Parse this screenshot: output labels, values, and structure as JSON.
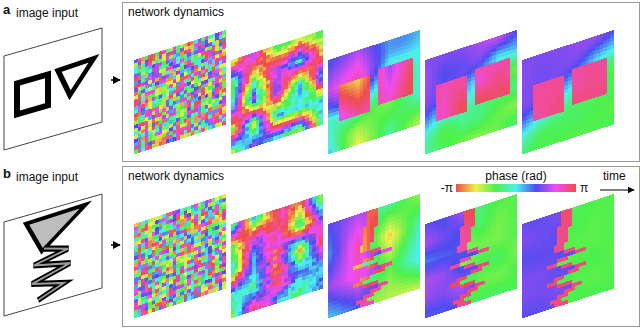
{
  "diagram": {
    "nodes": [
      {
        "text": [
          "image input"
        ]
      },
      {
        "text": [
          "network dynamics"
        ]
      },
      {
        "text": [
          "image input"
        ]
      },
      {
        "text": [
          "network dynamics"
        ]
      }
    ],
    "edges": [
      {
        "from": 0,
        "to": 1,
        "arrow": "to"
      },
      {
        "from": 2,
        "to": 3,
        "arrow": "to"
      }
    ],
    "labels": [
      "a",
      "b",
      "phase (rad)",
      "-π",
      "π",
      "time"
    ]
  }
}
